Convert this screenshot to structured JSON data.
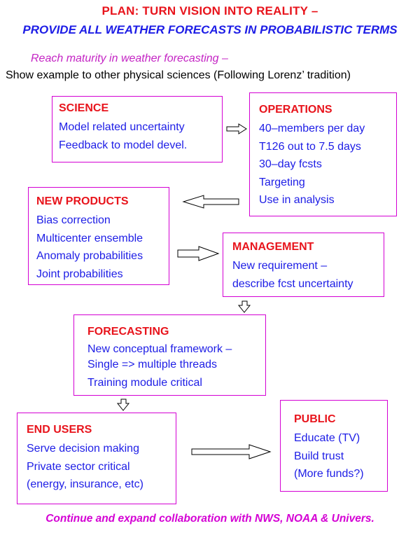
{
  "title": "PLAN: TURN VISION INTO REALITY –",
  "subtitle": "PROVIDE ALL WEATHER FORECASTS IN PROBABILISTIC TERMS",
  "goal_line": "Reach maturity in weather forecasting –",
  "tradition_line": "Show example to other physical sciences (Following Lorenz’ tradition)",
  "boxes": {
    "science": {
      "heading": "SCIENCE",
      "lines": [
        "Model related uncertainty",
        "Feedback to model devel."
      ]
    },
    "operations": {
      "heading": "OPERATIONS",
      "lines": [
        "40–members per day",
        "T126 out to 7.5 days",
        "30–day fcsts",
        "Targeting",
        "Use in analysis"
      ]
    },
    "new_products": {
      "heading": "NEW PRODUCTS",
      "lines": [
        "Bias correction",
        "Multicenter ensemble",
        "Anomaly probabilities",
        "Joint probabilities"
      ]
    },
    "management": {
      "heading": "MANAGEMENT",
      "lines": [
        "New requirement –",
        "describe fcst uncertainty"
      ]
    },
    "forecasting": {
      "heading": "FORECASTING",
      "lines": [
        "New conceptual framework –",
        "Single => multiple threads",
        "Training module critical"
      ]
    },
    "end_users": {
      "heading": "END USERS",
      "lines": [
        "Serve decision making",
        "Private sector critical",
        "(energy, insurance, etc)"
      ]
    },
    "public": {
      "heading": "PUBLIC",
      "lines": [
        "Educate (TV)",
        "Build trust",
        "(More funds?)"
      ]
    }
  },
  "footer": "Continue and expand collaboration with NWS, NOAA & Univers.",
  "colors": {
    "heading_red": "#e8141c",
    "body_blue": "#1d1de6",
    "border_magenta": "#d400d4"
  }
}
